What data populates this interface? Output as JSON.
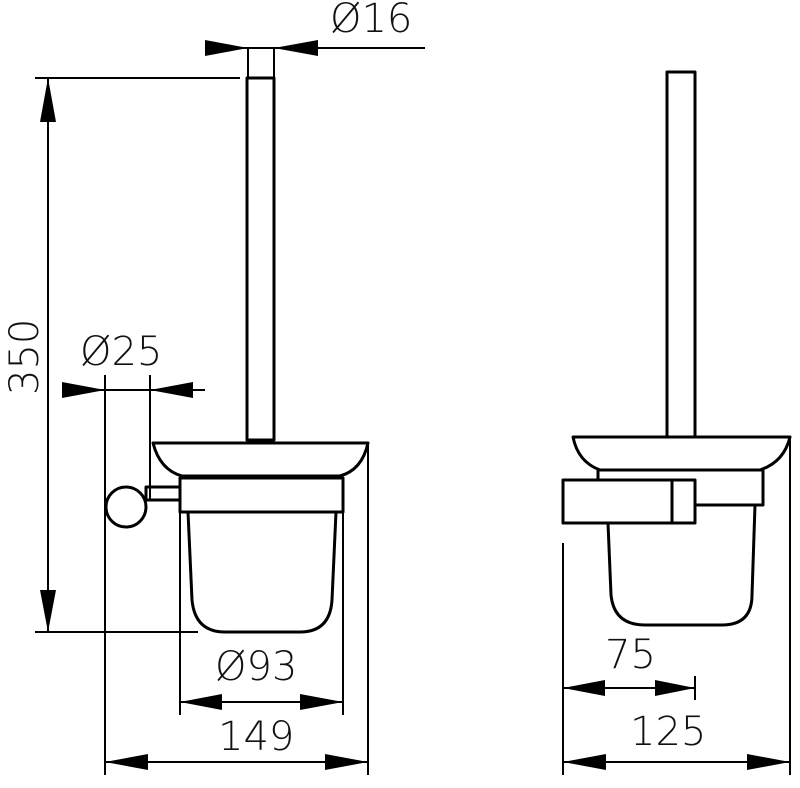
{
  "dimensions": {
    "rod_diameter": "Ø16",
    "total_height": "350",
    "wall_mount_diameter": "Ø25",
    "cup_diameter": "Ø93",
    "total_width_front": "149",
    "wall_to_center": "75",
    "total_depth_side": "125"
  }
}
